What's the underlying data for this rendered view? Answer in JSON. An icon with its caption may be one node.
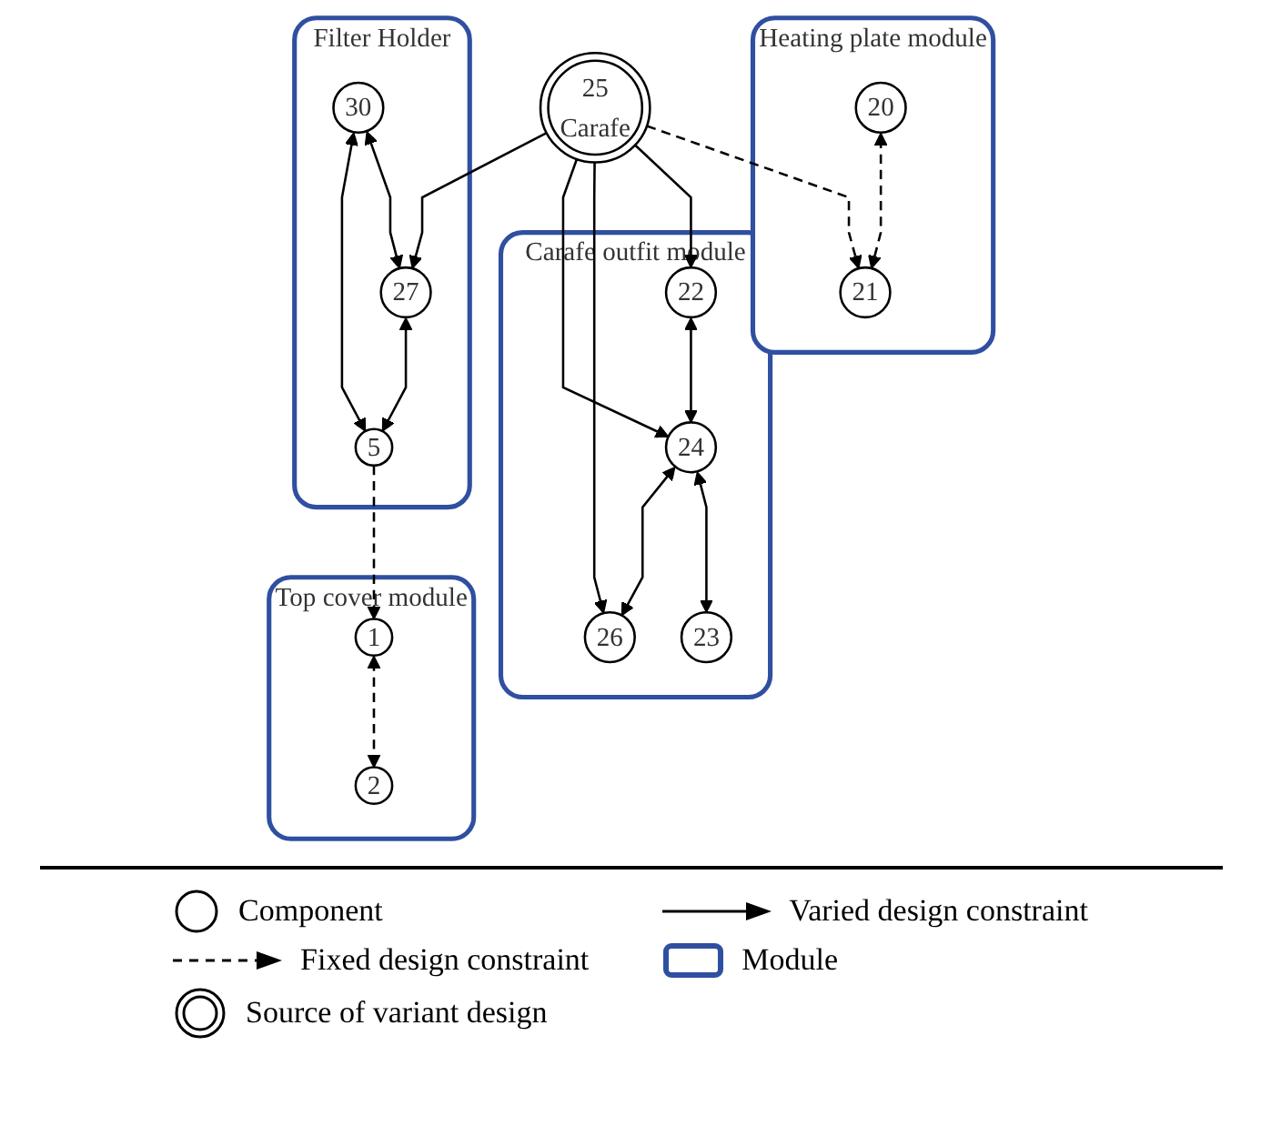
{
  "diagram": {
    "nodes": [
      {
        "text": [
          "25",
          "Carafe"
        ]
      },
      {
        "text": [
          "Filter Holder"
        ]
      },
      {
        "text": [
          "30"
        ],
        "in": 1
      },
      {
        "text": [
          "27"
        ],
        "in": 1
      },
      {
        "text": [
          "5"
        ],
        "in": 1
      },
      {
        "text": [
          "Heating plate module"
        ]
      },
      {
        "text": [
          "20"
        ],
        "in": 5
      },
      {
        "text": [
          "21"
        ],
        "in": 5
      },
      {
        "text": [
          "Carafe outfit module"
        ]
      },
      {
        "text": [
          "22"
        ],
        "in": 8
      },
      {
        "text": [
          "24"
        ],
        "in": 8
      },
      {
        "text": [
          "23"
        ],
        "in": 8
      },
      {
        "text": [
          "26"
        ],
        "in": 8
      },
      {
        "text": [
          "Top cover module"
        ]
      },
      {
        "text": [
          "1"
        ],
        "in": 13
      },
      {
        "text": [
          "2"
        ],
        "in": 13
      }
    ],
    "edges": [
      {
        "from": 0,
        "to": 7,
        "arrow": "to",
        "style": "dashed"
      },
      {
        "from": 0,
        "to": 9,
        "arrow": "to"
      },
      {
        "from": 0,
        "to": 12,
        "arrow": "to"
      },
      {
        "from": 0,
        "to": 10,
        "arrow": "to"
      },
      {
        "from": 0,
        "to": 3,
        "arrow": "to"
      },
      {
        "from": 2,
        "to": 3,
        "arrow": "both"
      },
      {
        "from": 2,
        "to": 4,
        "arrow": "both"
      },
      {
        "from": 3,
        "to": 4,
        "arrow": "both"
      },
      {
        "from": 4,
        "to": 14,
        "arrow": "to",
        "style": "dashed"
      },
      {
        "from": 6,
        "to": 7,
        "arrow": "both",
        "style": "dashed"
      },
      {
        "from": 9,
        "to": 10,
        "arrow": "both"
      },
      {
        "from": 10,
        "to": 11,
        "arrow": "both"
      },
      {
        "from": 10,
        "to": 12,
        "arrow": "both"
      },
      {
        "from": 14,
        "to": 15,
        "arrow": "both",
        "style": "dashed"
      }
    ],
    "legend": [
      {
        "text": "Component"
      },
      {
        "text": "Varied design constraint"
      },
      {
        "text": "Fixed design constraint"
      },
      {
        "text": "Module"
      },
      {
        "text": "Source of variant design"
      }
    ]
  }
}
